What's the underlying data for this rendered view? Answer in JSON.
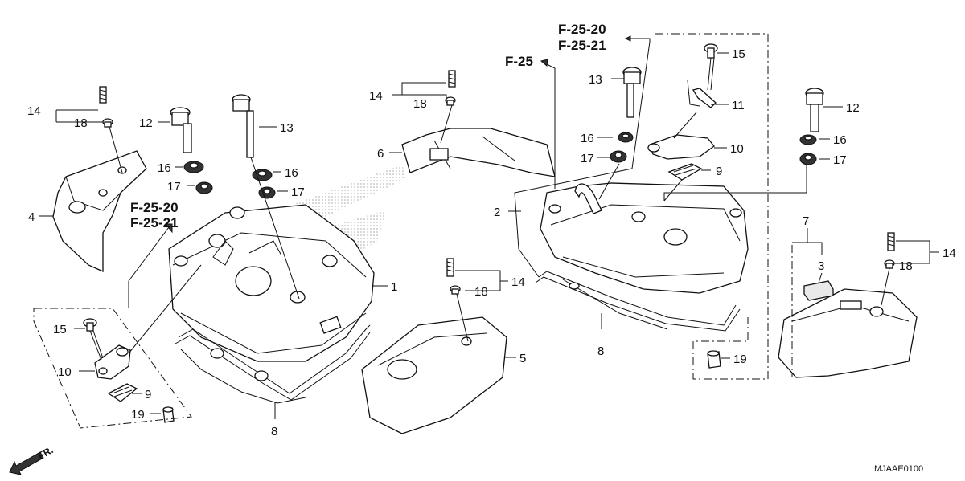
{
  "diagram": {
    "catalog_code": "MJAAE0100",
    "front_marker": "FR.",
    "refs": {
      "left_f2520": "F-25-20",
      "left_f2521": "F-25-21",
      "right_f2520": "F-25-20",
      "right_f2521": "F-25-21",
      "f25": "F-25"
    },
    "callouts": {
      "c1": "1",
      "c2": "2",
      "c3": "3",
      "c4": "4",
      "c5": "5",
      "c6": "6",
      "c7": "7",
      "c8a": "8",
      "c8b": "8",
      "c9a": "9",
      "c9b": "9",
      "c10a": "10",
      "c10b": "10",
      "c11": "11",
      "c12a": "12",
      "c12b": "12",
      "c13a": "13",
      "c13b": "13",
      "c14a": "14",
      "c14b": "14",
      "c14c": "14",
      "c14d": "14",
      "c15a": "15",
      "c15b": "15",
      "c16a": "16",
      "c16b": "16",
      "c16c": "16",
      "c16d": "16",
      "c17a": "17",
      "c17b": "17",
      "c17c": "17",
      "c17d": "17",
      "c18a": "18",
      "c18b": "18",
      "c18c": "18",
      "c18d": "18",
      "c19a": "19",
      "c19b": "19"
    }
  }
}
